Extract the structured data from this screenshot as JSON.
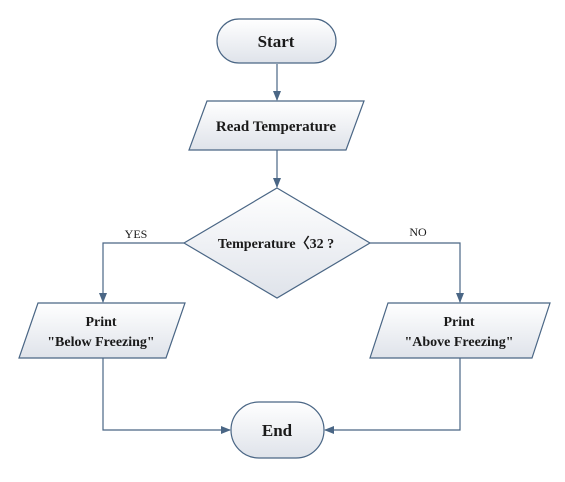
{
  "flowchart": {
    "nodes": {
      "start": {
        "label": "Start"
      },
      "read": {
        "label": "Read Temperature"
      },
      "decision": {
        "label": "Temperature〈32 ?"
      },
      "print_below": {
        "line1": "Print",
        "line2": "\"Below Freezing\""
      },
      "print_above": {
        "line1": "Print",
        "line2": "\"Above Freezing\""
      },
      "end": {
        "label": "End"
      }
    },
    "edges": {
      "yes_label": "YES",
      "no_label": "NO"
    },
    "colors": {
      "stroke": "#4a6685",
      "fill_top": "#ffffff",
      "fill_bottom": "#dfe3ea",
      "text": "#1a1a1a"
    }
  }
}
